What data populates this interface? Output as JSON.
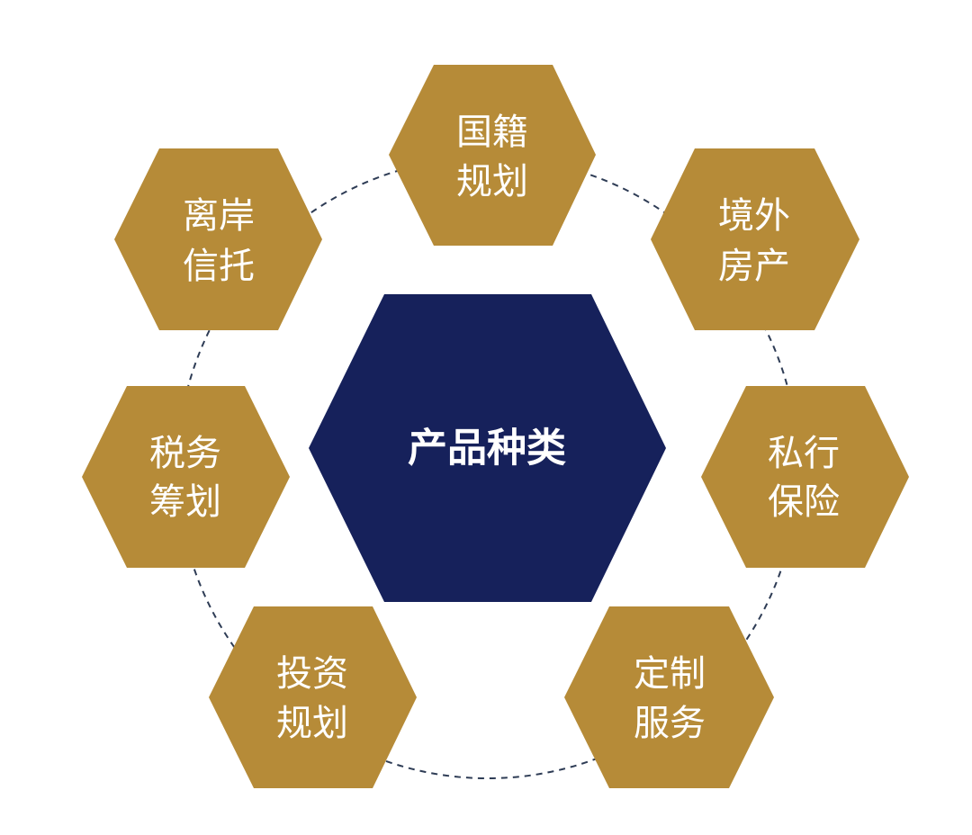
{
  "colors": {
    "outer_hex": "#B68B38",
    "center_hex": "#16215B",
    "ring": "#2E3C55",
    "label": "#FFFFFF",
    "background": "#FFFFFF"
  },
  "center": {
    "label": "产品种类"
  },
  "nodes": [
    {
      "line1": "国籍",
      "line2": "规划"
    },
    {
      "line1": "境外",
      "line2": "房产"
    },
    {
      "line1": "私行",
      "line2": "保险"
    },
    {
      "line1": "定制",
      "line2": "服务"
    },
    {
      "line1": "投资",
      "line2": "规划"
    },
    {
      "line1": "税务",
      "line2": "筹划"
    },
    {
      "line1": "离岸",
      "line2": "信托"
    }
  ]
}
